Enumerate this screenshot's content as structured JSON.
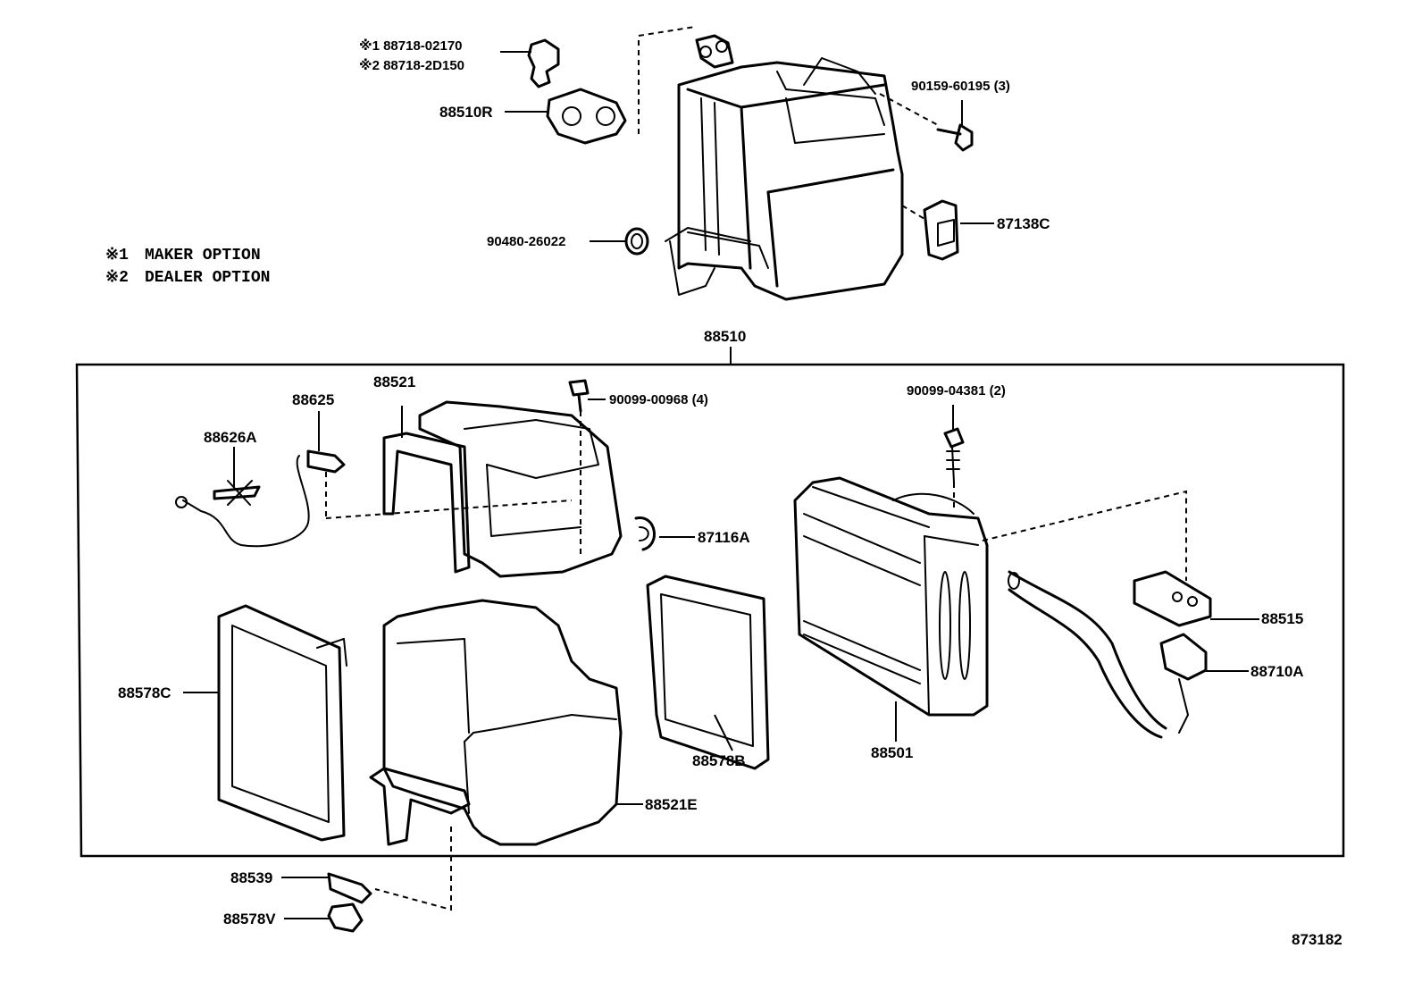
{
  "figure_id": "873182",
  "option_notes": [
    {
      "mark": "※1",
      "text": "MAKER OPTION"
    },
    {
      "mark": "※2",
      "text": "DEALER OPTION"
    }
  ],
  "assembly": {
    "number": "88510"
  },
  "parts": {
    "p_88718_1": "※1 88718-02170",
    "p_88718_2": "※2 88718-2D150",
    "p_88510R": "88510R",
    "p_90159": "90159-60195 (3)",
    "p_87138C": "87138C",
    "p_90480": "90480-26022",
    "p_88521": "88521",
    "p_88625": "88625",
    "p_88626A": "88626A",
    "p_90099_00968": "90099-00968 (4)",
    "p_87116A": "87116A",
    "p_90099_04381": "90099-04381 (2)",
    "p_88515": "88515",
    "p_88710A": "88710A",
    "p_88578C": "88578C",
    "p_88578B": "88578B",
    "p_88501": "88501",
    "p_88521E": "88521E",
    "p_88539": "88539",
    "p_88578V": "88578V"
  }
}
